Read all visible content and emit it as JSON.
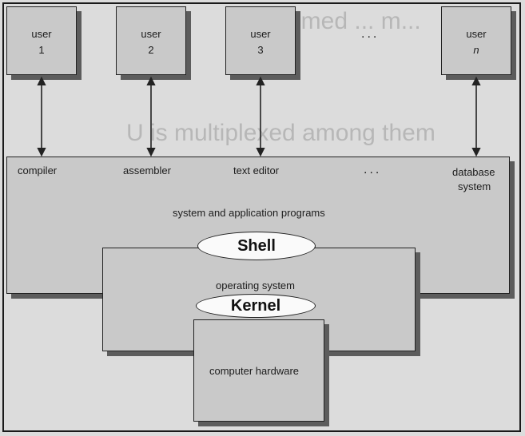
{
  "background_text": {
    "line1": "...rammed ... m...",
    "line2": "U is multiplexed among them"
  },
  "users": [
    {
      "word": "user",
      "id": "1"
    },
    {
      "word": "user",
      "id": "2"
    },
    {
      "word": "user",
      "id": "3"
    },
    {
      "word": "user",
      "id": "n"
    }
  ],
  "users_ellipsis": "...",
  "programs": {
    "compiler": "compiler",
    "assembler": "assembler",
    "text_editor": "text editor",
    "ellipsis": "...",
    "database_line1": "database",
    "database_line2": "system"
  },
  "layers": {
    "programs_caption": "system and application programs",
    "shell": "Shell",
    "os_caption": "operating system",
    "kernel": "Kernel",
    "hardware_caption": "computer hardware"
  },
  "colors": {
    "box_fill": "#c9c9c9",
    "box_shadow": "#5c5c5c",
    "ellipse_fill": "#fafafa",
    "line": "#222222"
  }
}
